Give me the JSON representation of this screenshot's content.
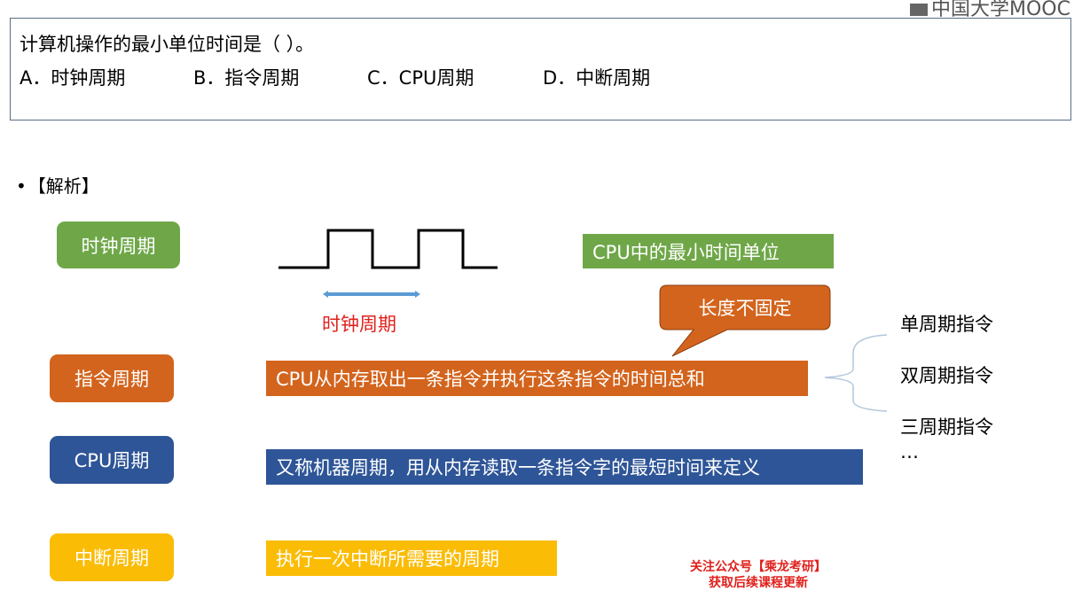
{
  "watermark": {
    "text": "中国大学MOOC"
  },
  "question": {
    "stem": "计算机操作的最小单位时间是（    ）。",
    "options": [
      "A．时钟周期",
      "B．指令周期",
      "C．CPU周期",
      "D．中断周期"
    ]
  },
  "analysis": {
    "heading": "【解析】",
    "rows": [
      {
        "term": "时钟周期",
        "term_color": "#6fa748",
        "desc": "CPU中的最小时间单位",
        "desc_color": "#6fa748"
      },
      {
        "term": "指令周期",
        "term_color": "#d3641d",
        "desc": "CPU从内存取出一条指令并执行这条指令的时间总和",
        "desc_color": "#d3641d"
      },
      {
        "term": "CPU周期",
        "term_color": "#2e5597",
        "desc": "又称机器周期，用从内存读取一条指令字的最短时间来定义",
        "desc_color": "#2e5597"
      },
      {
        "term": "中断周期",
        "term_color": "#fbbc06",
        "desc": "执行一次中断所需要的周期",
        "desc_color": "#fbbc06"
      }
    ],
    "clock_label": "时钟周期",
    "callout": "长度不固定",
    "instruction_types": [
      "单周期指令",
      "双周期指令",
      "三周期指令",
      "…"
    ]
  },
  "promo": {
    "line1": "关注公众号【乘龙考研】",
    "line2": "获取后续课程更新"
  }
}
